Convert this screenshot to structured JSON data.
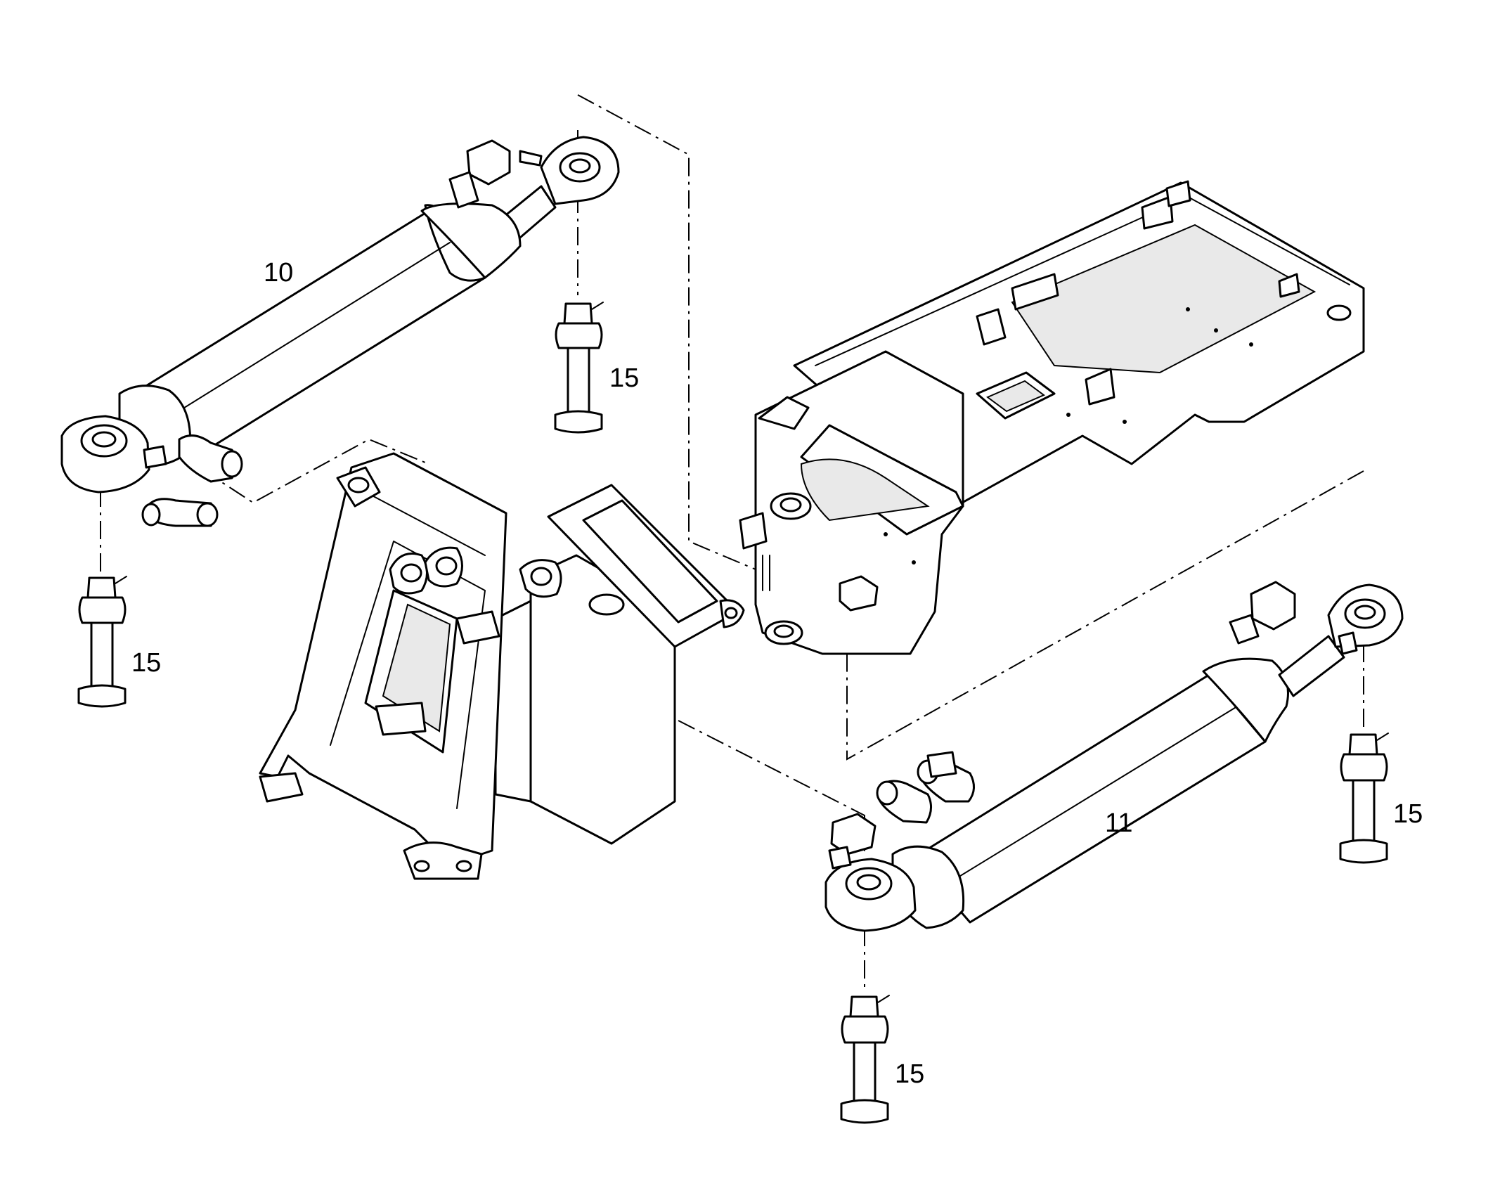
{
  "callouts": {
    "cyl_top": "10",
    "cyl_bottom": "11",
    "pin_top_center": "15",
    "pin_left": "15",
    "pin_right": "15",
    "pin_bottom": "15"
  }
}
